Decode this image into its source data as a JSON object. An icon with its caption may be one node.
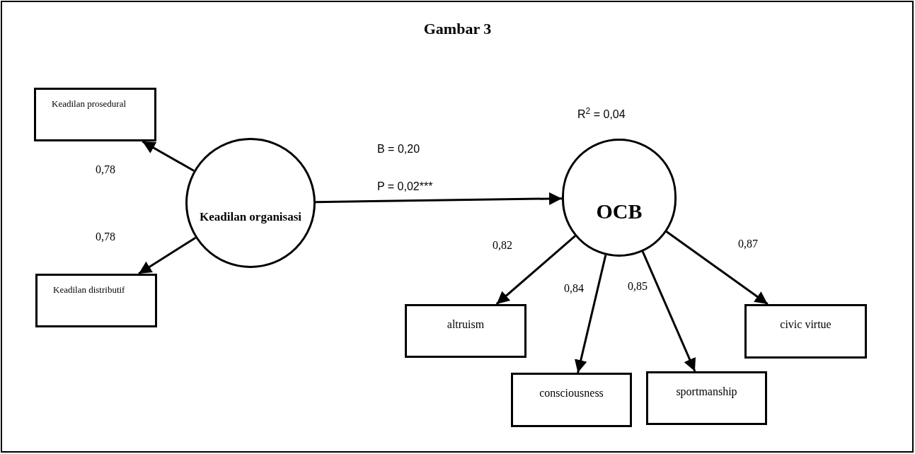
{
  "diagram": {
    "title": "Gambar 3",
    "nodes": [
      {
        "text": [
          "Keadilan prosedural"
        ]
      },
      {
        "text": [
          "Keadilan distributif"
        ]
      },
      {
        "text": [
          "Keadilan organisasi"
        ]
      },
      {
        "text": [
          "OCB"
        ],
        "beside": [
          "R$^{2}$ = 0,04"
        ]
      },
      {
        "text": [
          "altruism"
        ]
      },
      {
        "text": [
          "consciousness"
        ]
      },
      {
        "text": [
          "sportmanship"
        ]
      },
      {
        "text": [
          "civic virtue"
        ]
      }
    ],
    "edges": [
      {
        "from": 2,
        "to": 0,
        "arrow": "to",
        "label": "0,78"
      },
      {
        "from": 2,
        "to": 1,
        "arrow": "to",
        "label": "0,78"
      },
      {
        "from": 2,
        "to": 3,
        "arrow": "to"
      },
      {
        "from": 3,
        "to": 4,
        "arrow": "to",
        "label": "0,82"
      },
      {
        "from": 3,
        "to": 5,
        "arrow": "to",
        "label": "0,84"
      },
      {
        "from": 3,
        "to": 6,
        "arrow": "to",
        "label": "0,85"
      },
      {
        "from": 3,
        "to": 7,
        "arrow": "to",
        "label": "0,87"
      }
    ],
    "labels": [
      "B = 0,20",
      "P = 0,02***"
    ]
  }
}
